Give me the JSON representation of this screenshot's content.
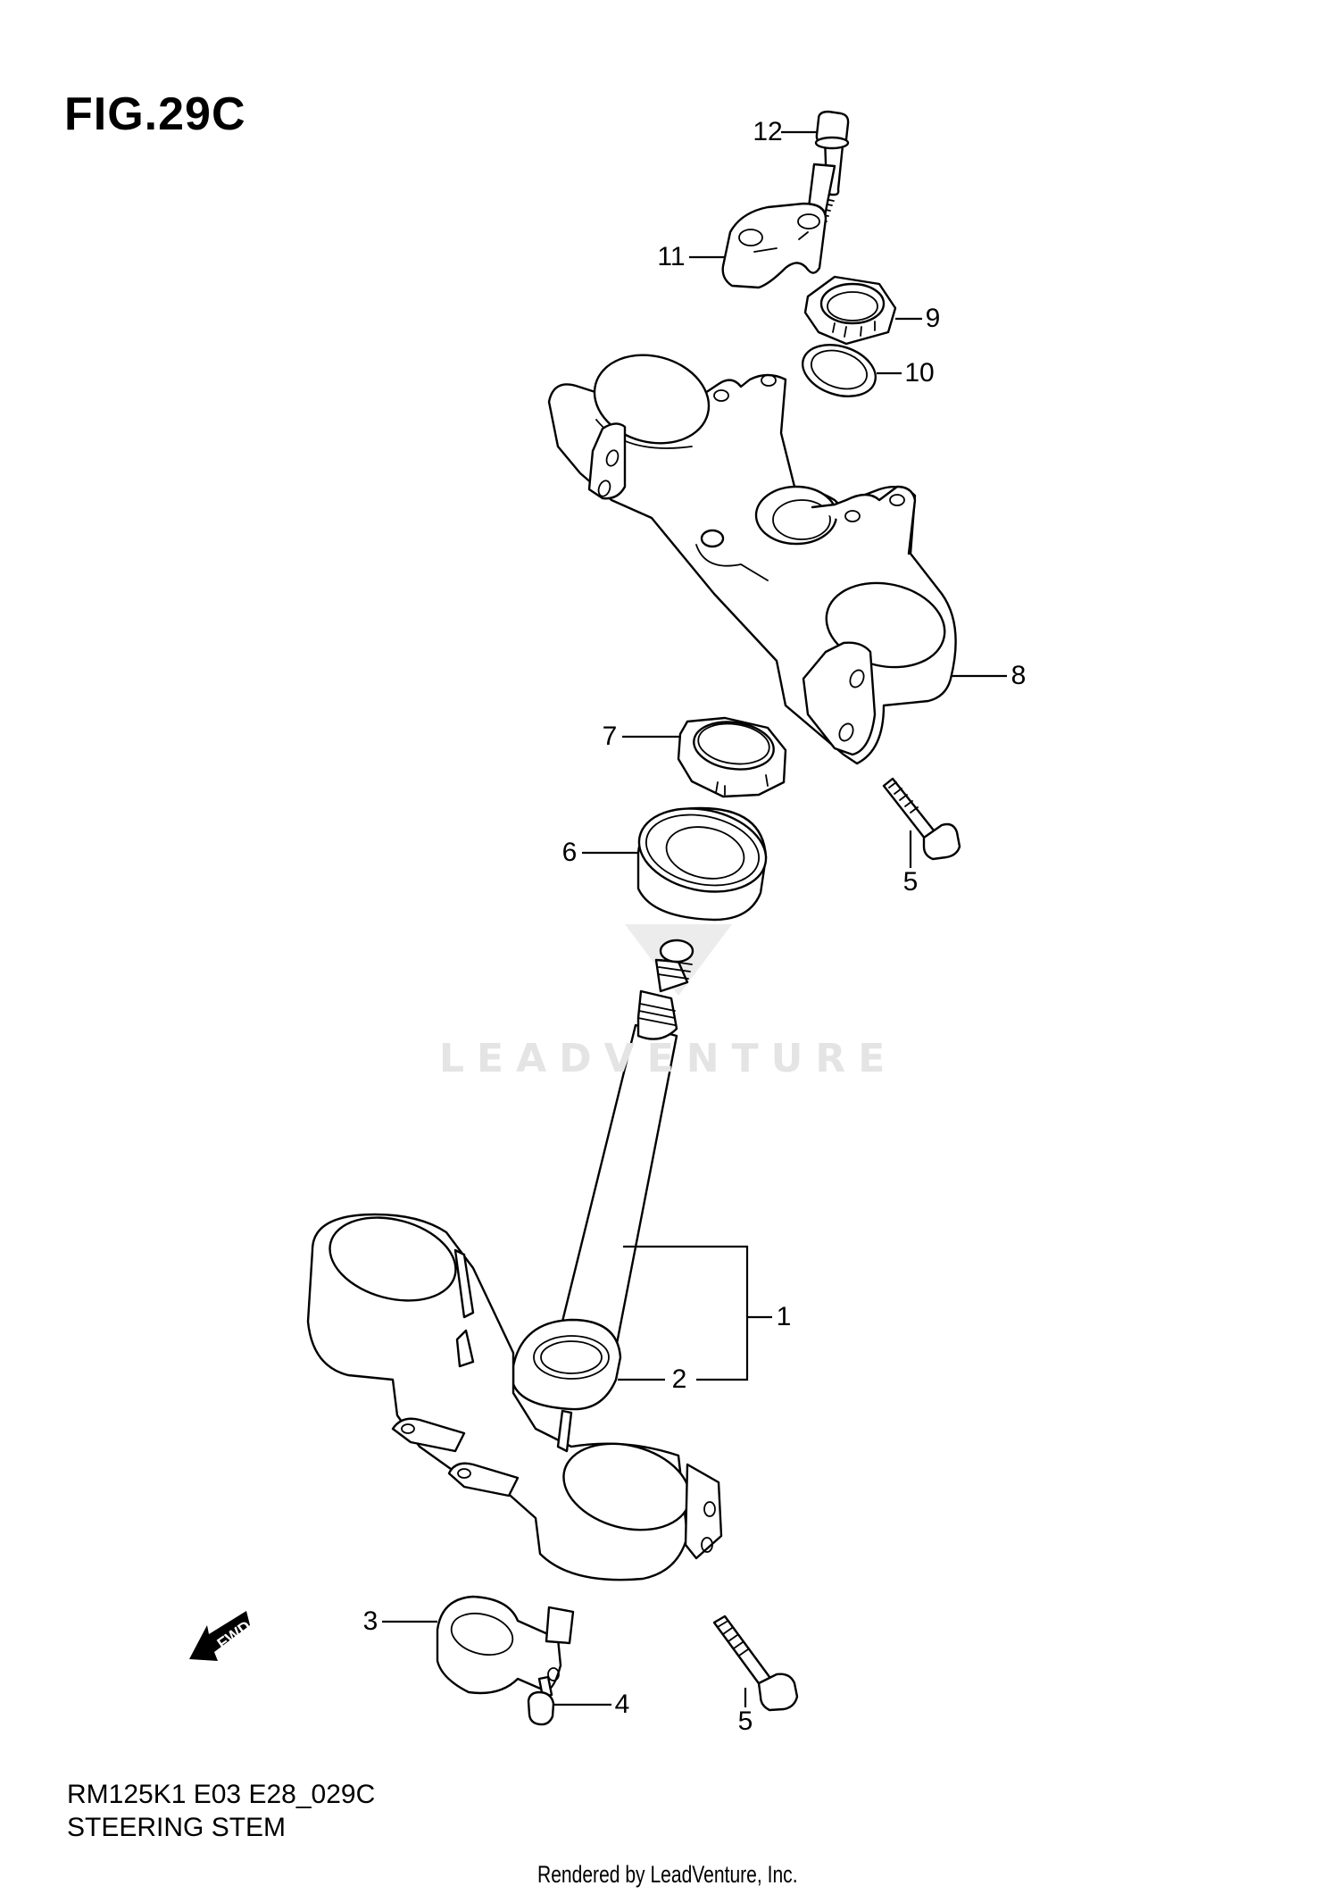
{
  "figure": {
    "title": "FIG.29C",
    "model_code": "RM125K1 E03 E28_029C",
    "diagram_title": "STEERING STEM",
    "rendered_by": "Rendered by LeadVenture, Inc.",
    "watermark": "LEADVENTURE",
    "direction_indicator": "FWD"
  },
  "callouts": [
    {
      "number": "1",
      "part": "steering stem (assembly)"
    },
    {
      "number": "2",
      "part": "bearing"
    },
    {
      "number": "3",
      "part": "clamp"
    },
    {
      "number": "4",
      "part": "bolt"
    },
    {
      "number": "5",
      "part": "bolt"
    },
    {
      "number": "6",
      "part": "bearing"
    },
    {
      "number": "7",
      "part": "nut"
    },
    {
      "number": "8",
      "part": "steering stem upper bracket"
    },
    {
      "number": "9",
      "part": "nut"
    },
    {
      "number": "10",
      "part": "washer"
    },
    {
      "number": "11",
      "part": "handlebar holder"
    },
    {
      "number": "12",
      "part": "bolt"
    },
    {
      "number": "5",
      "part": "bolt"
    }
  ],
  "colors": {
    "line": "#000000",
    "background": "#ffffff",
    "watermark": "#e4e4e4"
  }
}
